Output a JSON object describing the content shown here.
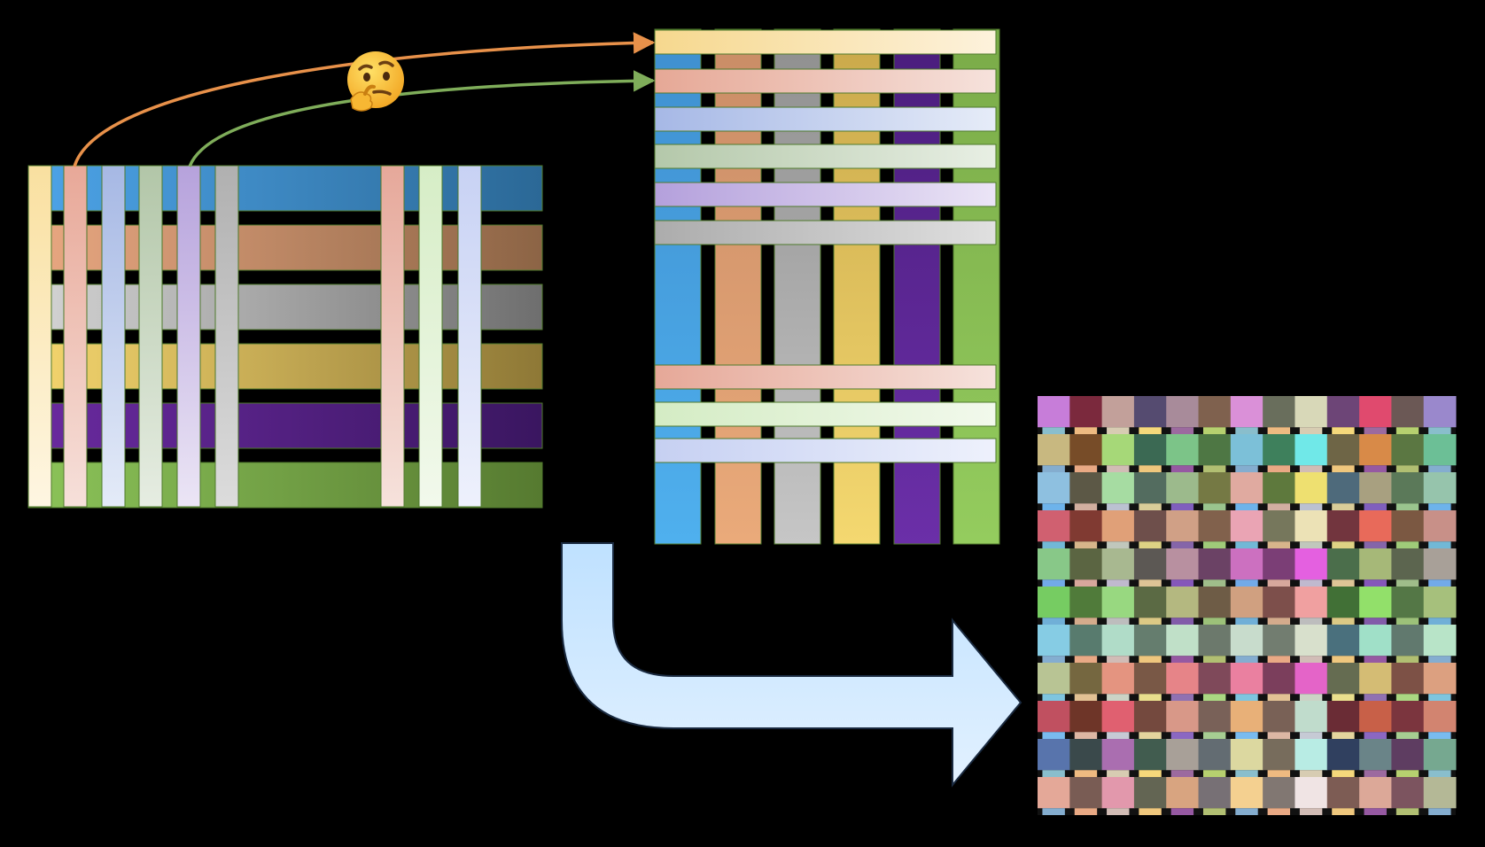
{
  "diagram": {
    "thinking_emoji": "🤔",
    "emoji_icon": "thinking-face-icon",
    "colors": {
      "background": "#000000",
      "border": "#4f7a2c",
      "orange_arrow": "#e8914a",
      "green_arrow": "#7fad5a",
      "big_arrow_top": "#bfe1ff",
      "big_arrow_bottom": "#d9eeff"
    },
    "left_weave": {
      "horizontal_bands": [
        {
          "name": "blue",
          "from": "#4da4e8",
          "to": "#2b6896"
        },
        {
          "name": "orange",
          "from": "#eaa882",
          "to": "#8c6445"
        },
        {
          "name": "gray",
          "from": "#d5d5d5",
          "to": "#6e6e6e"
        },
        {
          "name": "yellow",
          "from": "#f5d66e",
          "to": "#8e7836"
        },
        {
          "name": "purple",
          "from": "#6a2aa0",
          "to": "#3a1660"
        },
        {
          "name": "green",
          "from": "#8cc459",
          "to": "#567a30"
        }
      ],
      "vertical_strips": [
        {
          "name": "cream",
          "from": "#f9e0a0",
          "to": "#fef6e2"
        },
        {
          "name": "salmon",
          "from": "#e8a898",
          "to": "#f6e0da"
        },
        {
          "name": "periwinkle",
          "from": "#a6b8e4",
          "to": "#e4ebf8"
        },
        {
          "name": "sage",
          "from": "#b2c6a8",
          "to": "#e6ede2"
        },
        {
          "name": "lavender",
          "from": "#b6a2dc",
          "to": "#ebe5f5"
        },
        {
          "name": "silver",
          "from": "#b0b0b0",
          "to": "#dcdcdc"
        },
        {
          "name": "pink",
          "from": "#e6a89a",
          "to": "#f6e2dc"
        },
        {
          "name": "mint",
          "from": "#d6edc6",
          "to": "#f2f9ec"
        },
        {
          "name": "lilac",
          "from": "#c8d2f4",
          "to": "#eef1fc"
        }
      ]
    },
    "right_weave": {
      "columns": [
        {
          "name": "blue",
          "top": "#3f8fcf",
          "bottom": "#4fb0ee"
        },
        {
          "name": "orange",
          "top": "#c98c66",
          "bottom": "#eaaa7a"
        },
        {
          "name": "gray",
          "top": "#8e8e8e",
          "bottom": "#c6c6c6"
        },
        {
          "name": "yellow",
          "top": "#c9a84a",
          "bottom": "#f4d870"
        },
        {
          "name": "purple",
          "top": "#4a1d7c",
          "bottom": "#6b2fa8"
        },
        {
          "name": "green",
          "top": "#7aab48",
          "bottom": "#94cc5e"
        }
      ],
      "rows": [
        {
          "name": "cream",
          "from": "#f6d88e",
          "to": "#fdf2dc"
        },
        {
          "name": "salmon",
          "from": "#e6a896",
          "to": "#f6e2dc"
        },
        {
          "name": "periwinkle",
          "from": "#a6b8e6",
          "to": "#e6ecf8"
        },
        {
          "name": "sage",
          "from": "#b4c8aa",
          "to": "#e8efe4"
        },
        {
          "name": "lavender",
          "from": "#b4a0dc",
          "to": "#ebe5f6"
        },
        {
          "name": "silver",
          "from": "#acacac",
          "to": "#e0e0e0"
        },
        {
          "name": "pink",
          "from": "#e6a898",
          "to": "#f6e2dc"
        },
        {
          "name": "mint",
          "from": "#d4ecc4",
          "to": "#f2f9ec"
        },
        {
          "name": "lilac",
          "from": "#c6d0f2",
          "to": "#eef1fc"
        }
      ]
    },
    "mosaic": {
      "columns": 13,
      "rows": 11
    }
  }
}
